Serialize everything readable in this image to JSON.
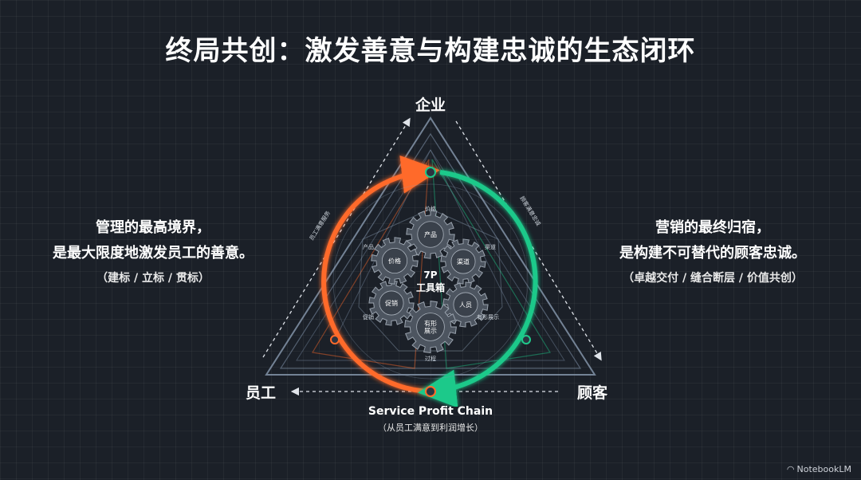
{
  "title": "终局共创：激发善意与构建忠诚的生态闭环",
  "vertices": {
    "top": "企业",
    "left": "员工",
    "right": "顾客"
  },
  "left_block": {
    "line1": "管理的最高境界，",
    "line2": "是最大限度地激发员工的善意。",
    "sub": "（建标 / 立标 / 贯标）"
  },
  "right_block": {
    "line1": "营销的最终归宿，",
    "line2": "是构建不可替代的顾客忠诚。",
    "sub": "（卓越交付 / 缝合断层 / 价值共创）"
  },
  "center": {
    "line1": "7P",
    "line2": "工具箱"
  },
  "gears": [
    {
      "label": "产品"
    },
    {
      "label": "渠道"
    },
    {
      "label": "人员"
    },
    {
      "label": "有形\n展示"
    },
    {
      "label": "促销"
    },
    {
      "label": "价格"
    }
  ],
  "small_labels": {
    "top": "价格",
    "left_edge": "员工满意服务",
    "right_edge": "顾客满意忠诚",
    "bottom": "过程",
    "upper_left": "产品",
    "upper_right": "渠道",
    "lower_left": "促销",
    "lower_right": "有形展示"
  },
  "footer": {
    "chain_title": "Service Profit Chain",
    "chain_sub": "（从员工满意到利润增长）"
  },
  "brand": "NotebookLM",
  "colors": {
    "background": "#1b2028",
    "orange": "#ff6a2a",
    "green": "#1fc98a",
    "steel": "#8a9bb0",
    "gear": "#6b7480"
  }
}
